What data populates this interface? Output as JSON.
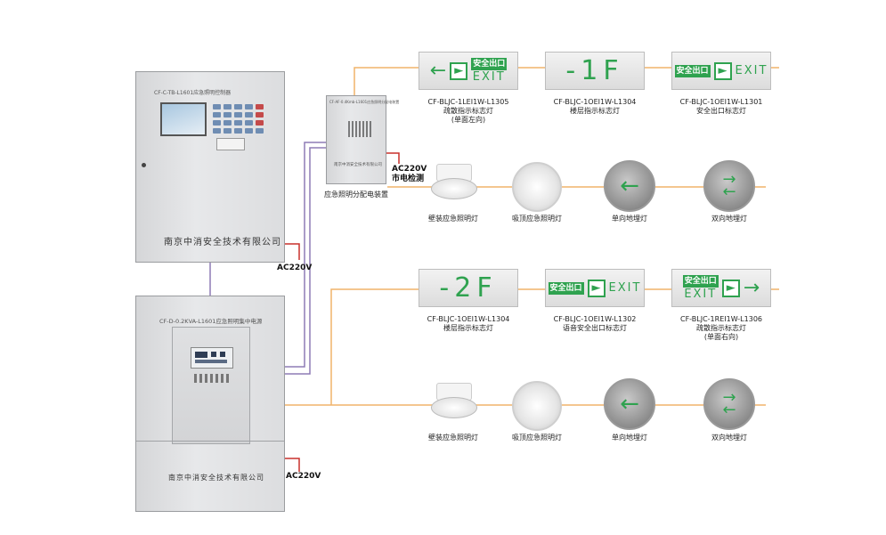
{
  "colors": {
    "wire_orange": "#f0b36a",
    "wire_purple": "#8d7bb5",
    "wire_red": "#c9302c",
    "sign_green": "#2fa24f"
  },
  "controller": {
    "model": "CF-C-TB-L1601应急照明控制器",
    "company": "南京中消安全技术有限公司",
    "power": "AC220V"
  },
  "power_supply": {
    "model": "CF-D-0.2KVA-L1601应急照明集中电源",
    "company": "南京中消安全技术有限公司",
    "power": "AC220V"
  },
  "distribution": {
    "model": "CF-AF-0.4Kmb-L1601应急照明分配电装置",
    "company": "南京中消安全技术有限公司",
    "caption": "应急照明分配电装置",
    "power_line1": "AC220V",
    "power_line2": "市电检测"
  },
  "top_signs": [
    {
      "model": "CF-BLJC-1LEI1W-L1305",
      "desc1": "疏散指示标志灯",
      "desc2": "(单面左向)",
      "anquan": "安全出口",
      "exit": "EXIT"
    },
    {
      "model": "CF-BLJC-1OEI1W-L1304",
      "desc1": "楼层指示标志灯",
      "floor": "-1F"
    },
    {
      "model": "CF-BLJC-1OEI1W-L1301",
      "desc1": "安全出口标志灯",
      "anquan": "安全出口",
      "exit": "EXIT"
    }
  ],
  "bottom_signs": [
    {
      "model": "CF-BLJC-1OEI1W-L1304",
      "desc1": "楼层指示标志灯",
      "floor": "-2F"
    },
    {
      "model": "CF-BLJC-1OEI1W-L1302",
      "desc1": "语音安全出口标志灯",
      "anquan": "安全出口",
      "exit": "EXIT"
    },
    {
      "model": "CF-BLJC-1REI1W-L1306",
      "desc1": "疏散指示标志灯",
      "desc2": "(单面右向)",
      "anquan": "安全出口",
      "exit": "EXIT"
    }
  ],
  "top_lights": [
    {
      "label": "壁装应急照明灯"
    },
    {
      "label": "吸顶应急照明灯"
    },
    {
      "label": "单向地埋灯"
    },
    {
      "label": "双向地埋灯"
    }
  ],
  "bottom_lights": [
    {
      "label": "壁装应急照明灯"
    },
    {
      "label": "吸顶应急照明灯"
    },
    {
      "label": "单向地埋灯"
    },
    {
      "label": "双向地埋灯"
    }
  ]
}
